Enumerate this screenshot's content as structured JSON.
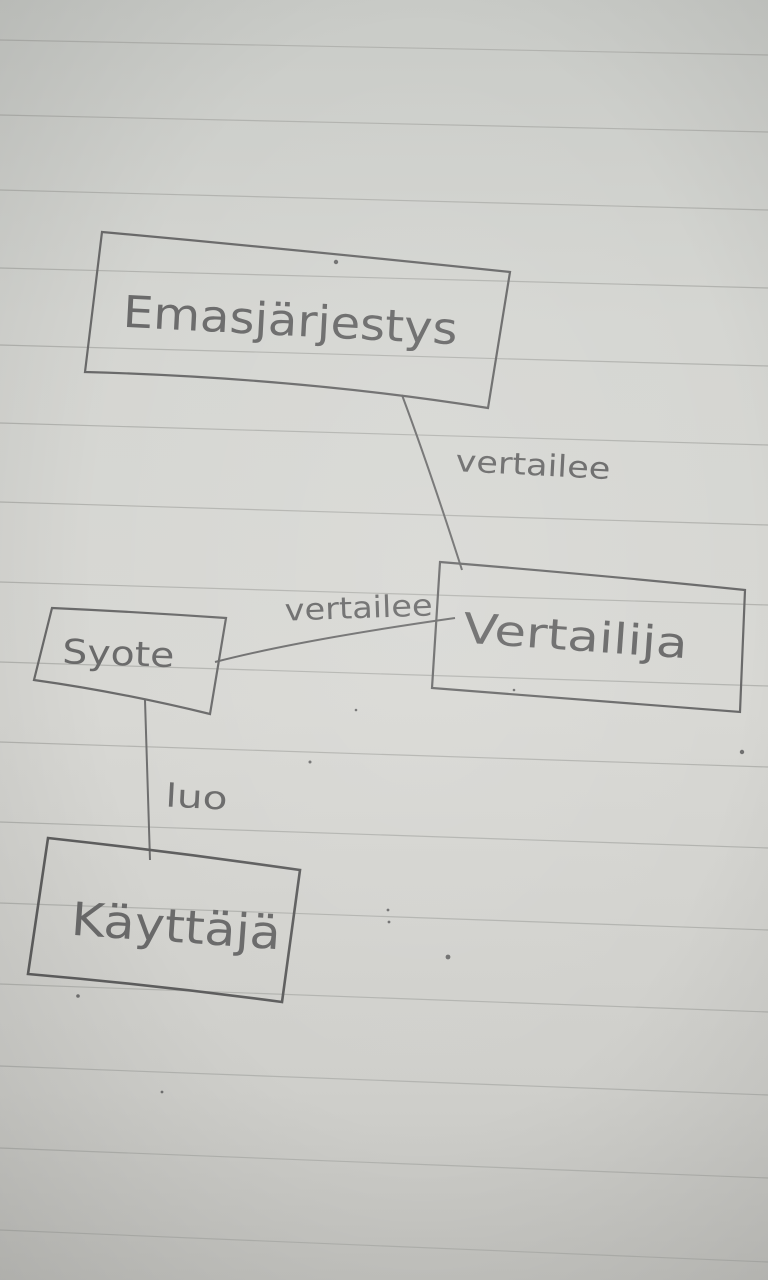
{
  "entities": {
    "emasjarjestys": {
      "label": "Emasjärjestys"
    },
    "vertailija": {
      "label": "Vertailija"
    },
    "syote": {
      "label": "Syote"
    },
    "kayttaja": {
      "label": "Käyttäjä"
    }
  },
  "relations": {
    "emas_vertailija": {
      "label": "vertailee"
    },
    "syote_vertailija": {
      "label": "vertailee"
    },
    "syote_kayttaja": {
      "label": "luo"
    }
  },
  "colors": {
    "pencil": "#6a6a6a",
    "paper": "#d6d7d3",
    "rule": "#a9aaa6"
  }
}
